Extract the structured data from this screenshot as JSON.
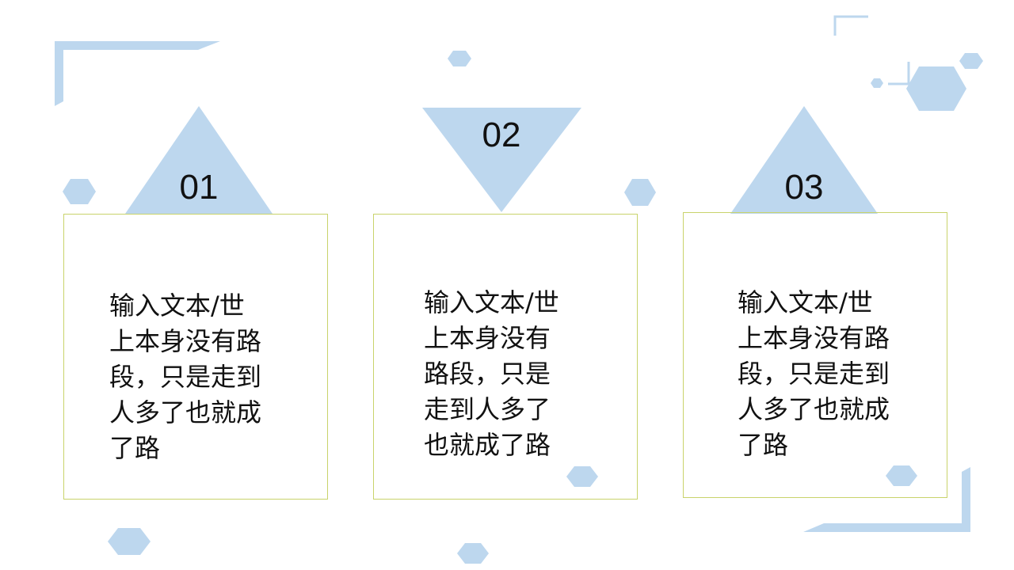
{
  "accent_color": "#bdd7ee",
  "border_color": "#c9d36b",
  "cards": [
    {
      "number": "01",
      "lines": [
        "输入文本/世",
        "上本身没有路",
        "段，只是走到",
        "人多了也就成",
        "了路"
      ]
    },
    {
      "number": "02",
      "lines": [
        "输入文本/世",
        "上本身没有",
        "路段，只是",
        "走到人多了",
        "也就成了路"
      ]
    },
    {
      "number": "03",
      "lines": [
        "输入文本/世",
        "上本身没有路",
        "段，只是走到",
        "人多了也就成",
        "了路"
      ]
    }
  ]
}
